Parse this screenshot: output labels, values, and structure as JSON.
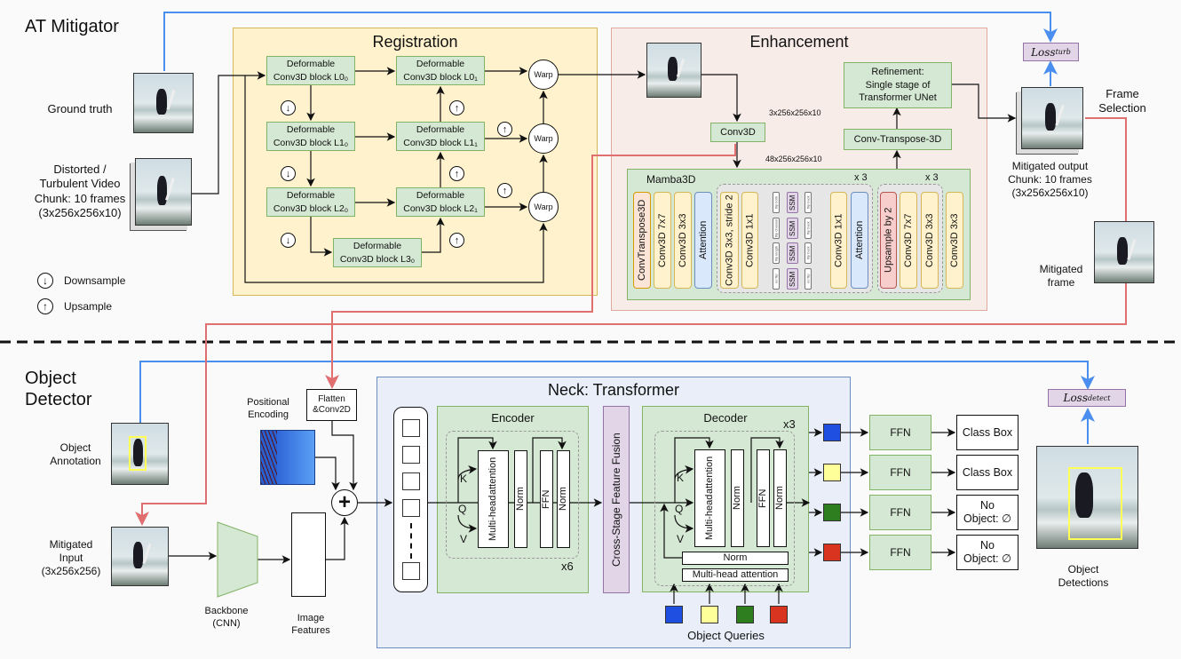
{
  "sections": {
    "mitigator": "AT Mitigator",
    "detector": "Object Detector"
  },
  "inputs": {
    "ground_truth": "Ground truth",
    "distorted": [
      "Distorted /",
      "Turbulent Video",
      "Chunk: 10 frames",
      "(3x256x256x10)"
    ]
  },
  "legend": {
    "downsample": "Downsample",
    "upsample": "Upsample"
  },
  "registration": {
    "title": "Registration",
    "deformable": "Deformable",
    "blocks": [
      "Conv3D block L0₀",
      "Conv3D block L0₁",
      "Conv3D block L1₀",
      "Conv3D block L1₁",
      "Conv3D block L2₀",
      "Conv3D block L2₁",
      "Conv3D block L3₀"
    ],
    "warp": "Warp"
  },
  "enhancement": {
    "title": "Enhancement",
    "conv3d": "Conv3D",
    "dim1": "3x256x256x10",
    "dim2": "48x256x256x10",
    "refinement": [
      "Refinement:",
      "Single stage of",
      "Transformer UNet"
    ],
    "conv_transpose": "Conv-Transpose-3D",
    "mamba": {
      "title": "Mamba3D",
      "repeat": "x 3",
      "cols": [
        "ConvTranspose3D",
        "Conv3D 7x7",
        "Conv3D 3x3",
        "Attention",
        "Conv3D 3x3, stride 2",
        "Conv3D 1x1",
        "Conv3D 1x1",
        "Attention",
        "Upsample by 2",
        "Conv3D 7x7",
        "Conv3D 3x3",
        "Conv3D 3x3"
      ],
      "ssm": "SSM",
      "flips": [
        "flip both",
        "flip channel",
        "flip length",
        "no flip"
      ],
      "flip_backs": [
        "flip back",
        "flip back",
        "flip back",
        "no flip"
      ]
    }
  },
  "outputs": {
    "loss_turb": "Loss",
    "loss_turb_sub": "turb",
    "mitigated_output": [
      "Mitigated output",
      "Chunk: 10 frames",
      "(3x256x256x10)"
    ],
    "frame_selection": [
      "Frame",
      "Selection"
    ],
    "mitigated_frame": [
      "Mitigated",
      "frame"
    ]
  },
  "detector": {
    "annotation": [
      "Object",
      "Annotation"
    ],
    "mitigated_input": [
      "Mitigated",
      "Input",
      "(3x256x256)"
    ],
    "positional": [
      "Positional",
      "Encoding"
    ],
    "flatten": [
      "Flatten",
      "&Conv2D"
    ],
    "backbone": [
      "Backbone",
      "(CNN)"
    ],
    "image_features": [
      "Image",
      "Features"
    ],
    "neck": {
      "title": "Neck: Transformer",
      "encoder": "Encoder",
      "decoder": "Decoder",
      "mha": [
        "Multi-head",
        "attention"
      ],
      "norm": "Norm",
      "ffn": "FFN",
      "k": "K",
      "q": "Q",
      "v": "V",
      "enc_repeat": "x6",
      "dec_repeat": "x3",
      "cross_stage": "Cross-Stage Feature Fusion",
      "mha_line": "Multi-head attention",
      "queries": "Object Queries"
    },
    "query_colors": [
      "#1f4fe0",
      "#ffff99",
      "#2e7d1e",
      "#d93420"
    ],
    "heads": [
      {
        "ffn": "FFN",
        "out": [
          "Class Box"
        ]
      },
      {
        "ffn": "FFN",
        "out": [
          "Class Box"
        ]
      },
      {
        "ffn": "FFN",
        "out": [
          "No",
          "Object: ∅"
        ]
      },
      {
        "ffn": "FFN",
        "out": [
          "No",
          "Object: ∅"
        ]
      }
    ],
    "loss_detect": "Loss",
    "loss_detect_sub": "detect",
    "detections": [
      "Object",
      "Detections"
    ]
  },
  "colors": {
    "gt_line": "#4a8ef0",
    "mitigated_line": "#e07070"
  }
}
